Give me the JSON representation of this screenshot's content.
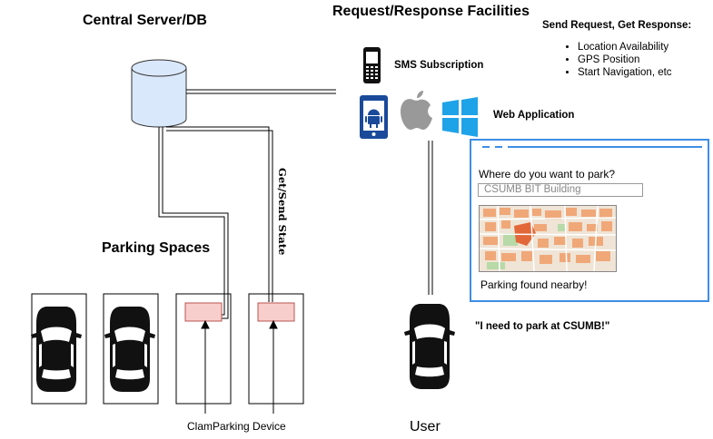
{
  "titles": {
    "server": "Central Server/DB",
    "facilities": "Request/Response Facilities",
    "parking": "Parking Spaces"
  },
  "facilities": {
    "sms": "SMS Subscription",
    "web": "Web Application",
    "request_header": "Send Request, Get Response:",
    "request_items": [
      "Location Availability",
      "GPS Position",
      "Start Navigation, etc"
    ]
  },
  "connection_label": "Get/Send State",
  "device_label": "ClamParking Device",
  "web_panel": {
    "question": "Where do you want to park?",
    "input_value": "CSUMB BIT Building",
    "result": "Parking found nearby!"
  },
  "user": {
    "label": "User",
    "quote": "\"I need to park at CSUMB!\""
  },
  "colors": {
    "accent": "#3d8ee6",
    "database": "#dae8fc",
    "sensor": "#f8cecc",
    "android_tablet": "#1a4a99"
  },
  "icons": [
    "database-icon",
    "phone-icon",
    "android-tablet-icon",
    "apple-icon",
    "windows-icon",
    "car-icon"
  ]
}
